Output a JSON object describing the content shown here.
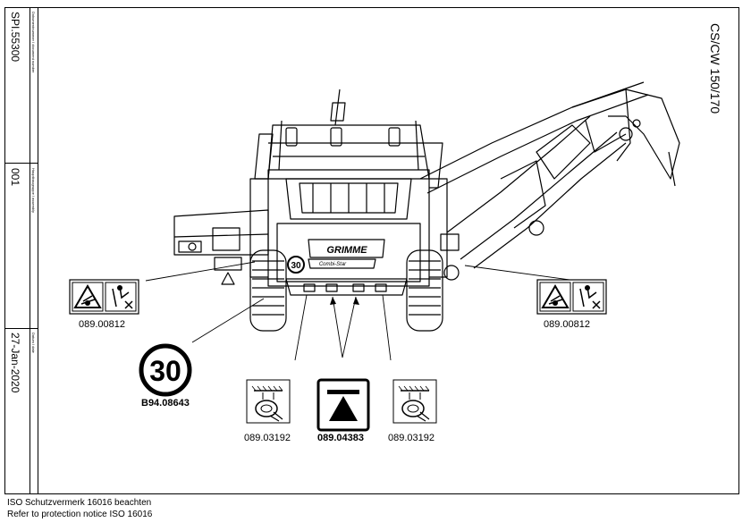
{
  "sidebar": {
    "doc_caption": "Dokumentnummer / document number",
    "doc_value": "SPI.55300",
    "assembly_caption": "Hauptbaugruppe / assembly",
    "assembly_value": "001",
    "date_caption": "Datum / date",
    "date_value": "27-Jan-2020"
  },
  "title": "CS/CW 150/170",
  "machine": {
    "brand": "GRIMME",
    "model_badge": "Combi-Star"
  },
  "decals": [
    {
      "part": "089.00812",
      "icon": "entanglement-warning-icon"
    },
    {
      "part": "089.00812",
      "icon": "entanglement-warning-icon"
    },
    {
      "part": "B94.08643",
      "icon": "speed-limit-sign-icon",
      "speed": "30"
    },
    {
      "part": "089.03192",
      "icon": "lashing-point-icon"
    },
    {
      "part": "089.04383",
      "icon": "jack-point-icon"
    },
    {
      "part": "089.03192",
      "icon": "lashing-point-icon"
    }
  ],
  "machine_speed_plate": "30",
  "footer": {
    "line1": "ISO Schutzvermerk 16016 beachten",
    "line2": "Refer to protection notice ISO 16016"
  }
}
